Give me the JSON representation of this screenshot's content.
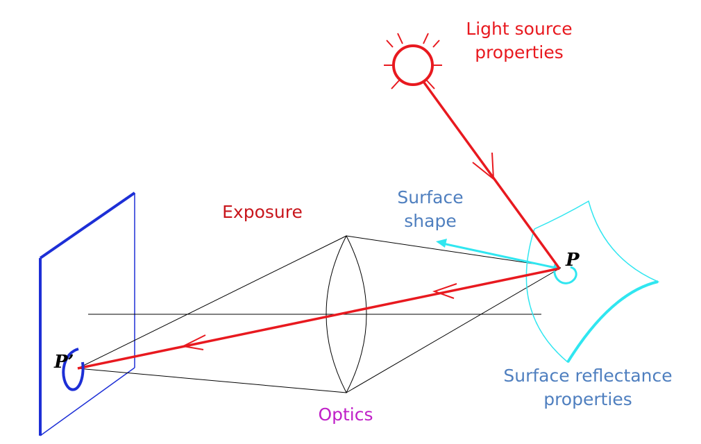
{
  "labels": {
    "light_source": [
      "Light source",
      "properties"
    ],
    "surface_shape": [
      "Surface",
      "shape"
    ],
    "exposure": "Exposure",
    "surface_reflectance": [
      "Surface reflectance",
      "properties"
    ],
    "optics": "Optics",
    "point_p": "P",
    "point_p_prime": "P’"
  },
  "colors": {
    "red": "#e8191f",
    "dark_red": "#c8161c",
    "steel_blue": "#4f7fbf",
    "cyan": "#30e6f0",
    "blue": "#1d2fd6",
    "magenta": "#c020c8",
    "black": "#000000"
  }
}
